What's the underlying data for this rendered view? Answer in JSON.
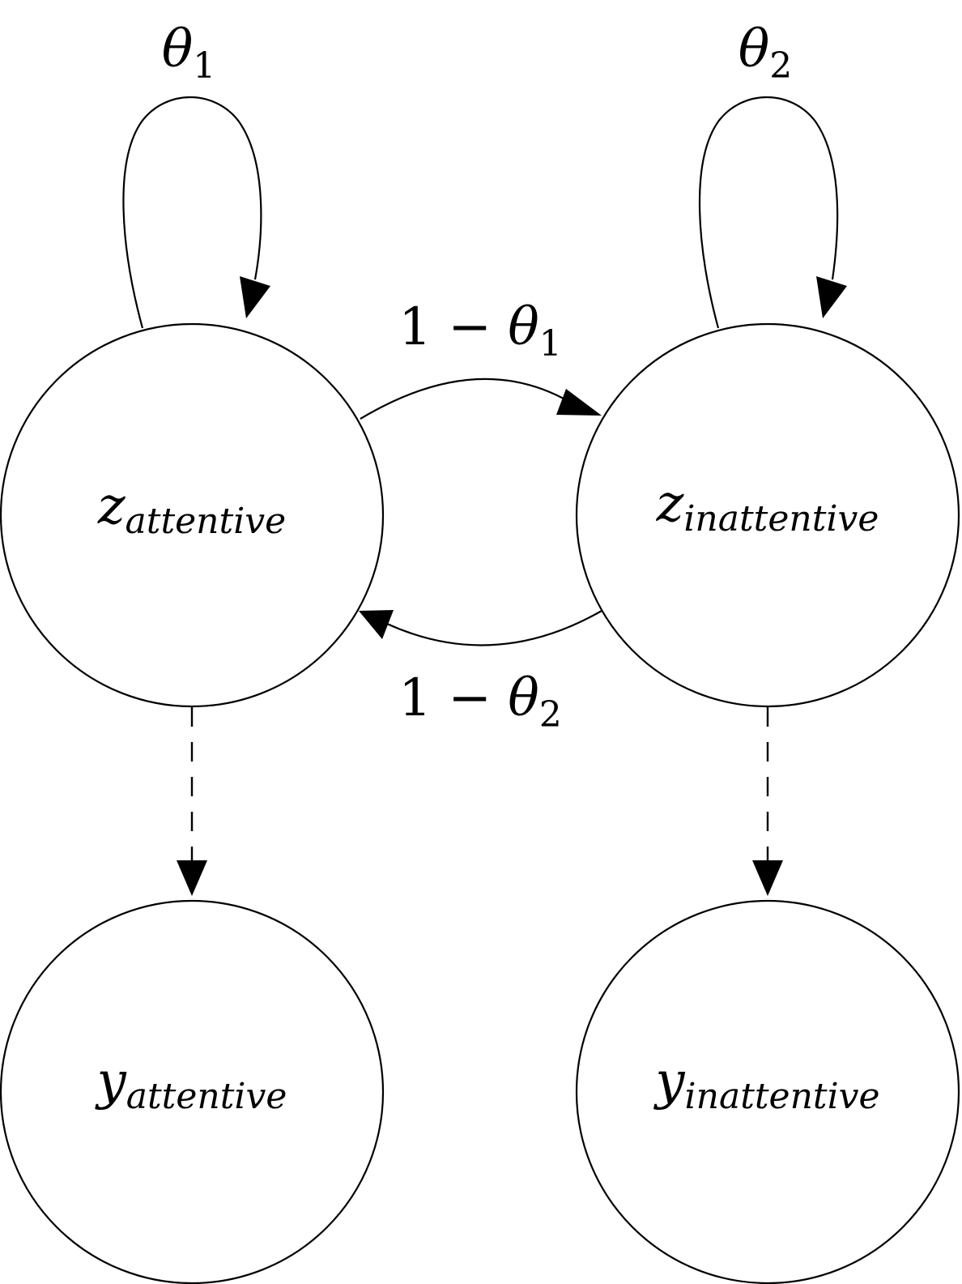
{
  "diagram": {
    "nodes": {
      "z_attentive": {
        "symbol": "z",
        "subscript": "attentive"
      },
      "z_inattentive": {
        "symbol": "z",
        "subscript": "inattentive"
      },
      "y_attentive": {
        "symbol": "y",
        "subscript": "attentive"
      },
      "y_inattentive": {
        "symbol": "y",
        "subscript": "inattentive"
      }
    },
    "edges": {
      "self_loop_attentive": {
        "symbol": "θ",
        "subscript": "1"
      },
      "self_loop_inattentive": {
        "symbol": "θ",
        "subscript": "2"
      },
      "attentive_to_inattentive": {
        "prefix": "1 − ",
        "symbol": "θ",
        "subscript": "1"
      },
      "inattentive_to_attentive": {
        "prefix": "1 − ",
        "symbol": "θ",
        "subscript": "2"
      }
    },
    "emissions": [
      {
        "from": "z_attentive",
        "to": "y_attentive",
        "style": "dashed"
      },
      {
        "from": "z_inattentive",
        "to": "y_inattentive",
        "style": "dashed"
      }
    ]
  }
}
